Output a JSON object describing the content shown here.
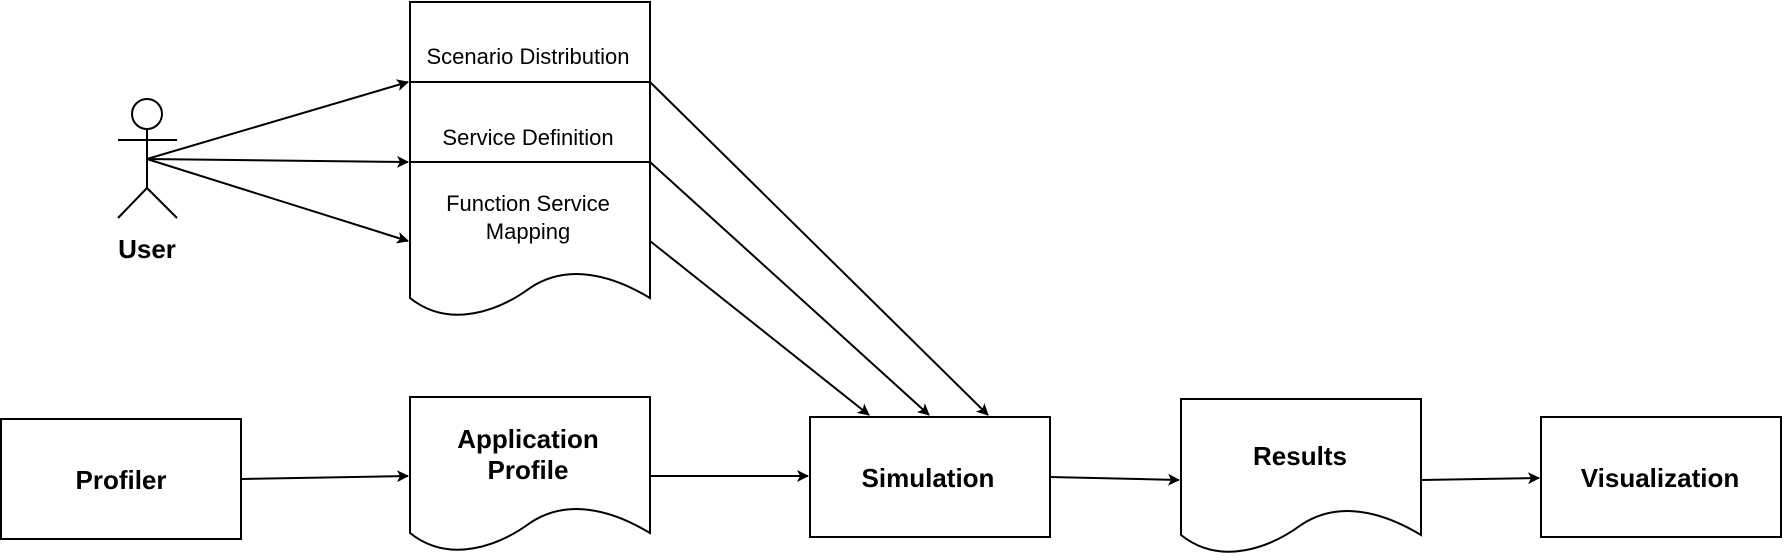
{
  "actor": {
    "label": "User"
  },
  "input_documents": {
    "scenario_distribution": "Scenario Distribution",
    "service_definition": "Service Definition",
    "function_service_mapping_line1": "Function Service",
    "function_service_mapping_line2": "Mapping"
  },
  "pipeline": {
    "profiler": "Profiler",
    "application_profile_line1": "Application",
    "application_profile_line2": "Profile",
    "simulation": "Simulation",
    "results": "Results",
    "visualization": "Visualization"
  }
}
